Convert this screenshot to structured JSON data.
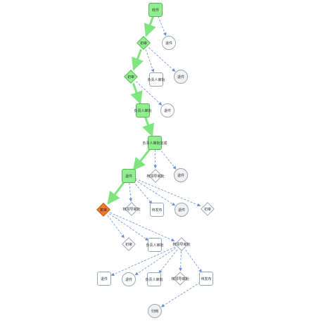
{
  "colors": {
    "active_fill": "#90ee90",
    "active_edge": "#7ee57e",
    "current_fill": "#f07b2e",
    "pending_edge": "#6b8fd6",
    "node_border": "#9aa7b8"
  },
  "nodes": [
    {
      "id": "n1",
      "label": "收件",
      "shape": "rect",
      "state": "active"
    },
    {
      "id": "n2",
      "label": "初审",
      "shape": "diamond",
      "state": "active"
    },
    {
      "id": "n3",
      "label": "退件",
      "shape": "circle",
      "state": "normal"
    },
    {
      "id": "n4",
      "label": "初审",
      "shape": "diamond",
      "state": "active"
    },
    {
      "id": "n5",
      "label": "负责人审批",
      "shape": "rect",
      "state": "normal"
    },
    {
      "id": "n6",
      "label": "退件",
      "shape": "circle",
      "state": "grey"
    },
    {
      "id": "n7",
      "label": "负责人审批",
      "shape": "rect",
      "state": "active"
    },
    {
      "id": "n8",
      "label": "退件",
      "shape": "circle",
      "state": "normal"
    },
    {
      "id": "n9",
      "label": "负责人审批完成",
      "shape": "rect",
      "state": "active"
    },
    {
      "id": "n10",
      "label": "退件",
      "shape": "rect",
      "state": "active"
    },
    {
      "id": "n11",
      "label": "核领导审批",
      "shape": "diamond",
      "state": "normal"
    },
    {
      "id": "n12",
      "label": "退件",
      "shape": "circle",
      "state": "grey"
    },
    {
      "id": "n13",
      "label": "核领导审批",
      "shape": "diamond",
      "state": "normal"
    },
    {
      "id": "n14",
      "label": "待发布",
      "shape": "rect",
      "state": "normal"
    },
    {
      "id": "n15",
      "label": "退件",
      "shape": "circle",
      "state": "grey"
    },
    {
      "id": "n16",
      "label": "初审",
      "shape": "diamond",
      "state": "normal"
    },
    {
      "id": "n17",
      "label": "复审",
      "shape": "diamond",
      "state": "current"
    },
    {
      "id": "n18",
      "label": "初审",
      "shape": "diamond",
      "state": "normal"
    },
    {
      "id": "n19",
      "label": "负责人审批",
      "shape": "rect",
      "state": "normal"
    },
    {
      "id": "n20",
      "label": "核领导审批",
      "shape": "diamond",
      "state": "normal"
    },
    {
      "id": "n21",
      "label": "退件",
      "shape": "rect",
      "state": "normal"
    },
    {
      "id": "n22",
      "label": "退件",
      "shape": "circle",
      "state": "normal"
    },
    {
      "id": "n23",
      "label": "负责人审批",
      "shape": "rect",
      "state": "normal"
    },
    {
      "id": "n24",
      "label": "核领导审批",
      "shape": "diamond",
      "state": "normal"
    },
    {
      "id": "n25",
      "label": "待发布",
      "shape": "rect",
      "state": "normal"
    },
    {
      "id": "n26",
      "label": "归档",
      "shape": "circle",
      "state": "grey"
    }
  ],
  "edges": [
    {
      "from": "n1",
      "to": "n2",
      "state": "active"
    },
    {
      "from": "n1",
      "to": "n3",
      "state": "pending"
    },
    {
      "from": "n2",
      "to": "n4",
      "state": "active"
    },
    {
      "from": "n2",
      "to": "n5",
      "state": "pending"
    },
    {
      "from": "n2",
      "to": "n6",
      "state": "pending"
    },
    {
      "from": "n4",
      "to": "n7",
      "state": "active"
    },
    {
      "from": "n4",
      "to": "n8",
      "state": "pending"
    },
    {
      "from": "n7",
      "to": "n9",
      "state": "active"
    },
    {
      "from": "n9",
      "to": "n10",
      "state": "active"
    },
    {
      "from": "n9",
      "to": "n11",
      "state": "pending"
    },
    {
      "from": "n9",
      "to": "n12",
      "state": "pending"
    },
    {
      "from": "n10",
      "to": "n17",
      "state": "active"
    },
    {
      "from": "n10",
      "to": "n13",
      "state": "pending"
    },
    {
      "from": "n10",
      "to": "n14",
      "state": "pending"
    },
    {
      "from": "n10",
      "to": "n15",
      "state": "pending"
    },
    {
      "from": "n10",
      "to": "n16",
      "state": "pending"
    },
    {
      "from": "n17",
      "to": "n18",
      "state": "pending"
    },
    {
      "from": "n17",
      "to": "n19",
      "state": "pending"
    },
    {
      "from": "n17",
      "to": "n20",
      "state": "pending"
    },
    {
      "from": "n20",
      "to": "n21",
      "state": "pending"
    },
    {
      "from": "n20",
      "to": "n22",
      "state": "pending"
    },
    {
      "from": "n20",
      "to": "n23",
      "state": "pending"
    },
    {
      "from": "n20",
      "to": "n24",
      "state": "pending"
    },
    {
      "from": "n20",
      "to": "n25",
      "state": "pending"
    },
    {
      "from": "n25",
      "to": "n26",
      "state": "pending"
    }
  ]
}
